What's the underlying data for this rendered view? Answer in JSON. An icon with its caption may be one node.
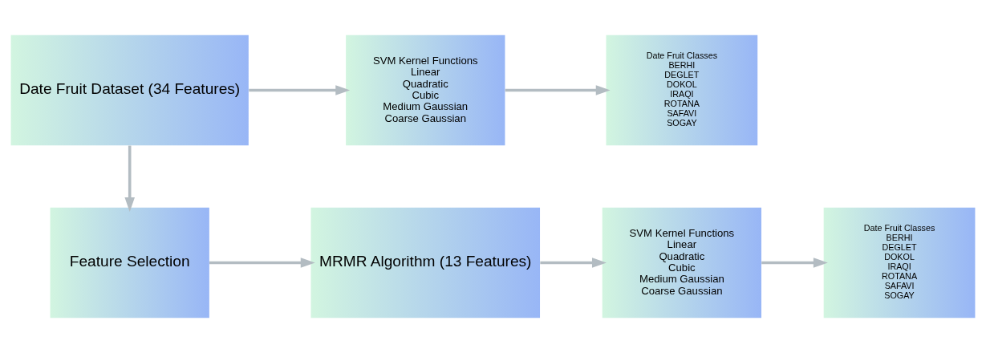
{
  "diagram": {
    "nodes": [
      {
        "text": [
          "Date Fruit Dataset (34 Features)"
        ]
      },
      {
        "text": [
          "SVM Kernel Functions",
          "Linear",
          "Quadratic",
          "Cubic",
          "Medium Gaussian",
          "Coarse Gaussian"
        ]
      },
      {
        "text": [
          "Date Fruit Classes",
          "BERHI",
          "DEGLET",
          "DOKOL",
          "IRAQI",
          "ROTANA",
          "SAFAVI",
          "SOGAY"
        ]
      },
      {
        "text": [
          "Feature Selection"
        ]
      },
      {
        "text": [
          "MRMR Algorithm (13 Features)"
        ]
      },
      {
        "text": [
          "SVM Kernel Functions",
          "Linear",
          "Quadratic",
          "Cubic",
          "Medium Gaussian",
          "Coarse Gaussian"
        ]
      },
      {
        "text": [
          "Date Fruit Classes",
          "BERHI",
          "DEGLET",
          "DOKOL",
          "IRAQI",
          "ROTANA",
          "SAFAVI",
          "SOGAY"
        ]
      }
    ],
    "edges": [
      {
        "from": 0,
        "to": 1,
        "arrow": "to"
      },
      {
        "from": 1,
        "to": 2,
        "arrow": "to"
      },
      {
        "from": 0,
        "to": 3,
        "arrow": "to"
      },
      {
        "from": 3,
        "to": 4,
        "arrow": "to"
      },
      {
        "from": 4,
        "to": 5,
        "arrow": "to"
      },
      {
        "from": 5,
        "to": 6,
        "arrow": "to"
      }
    ]
  }
}
